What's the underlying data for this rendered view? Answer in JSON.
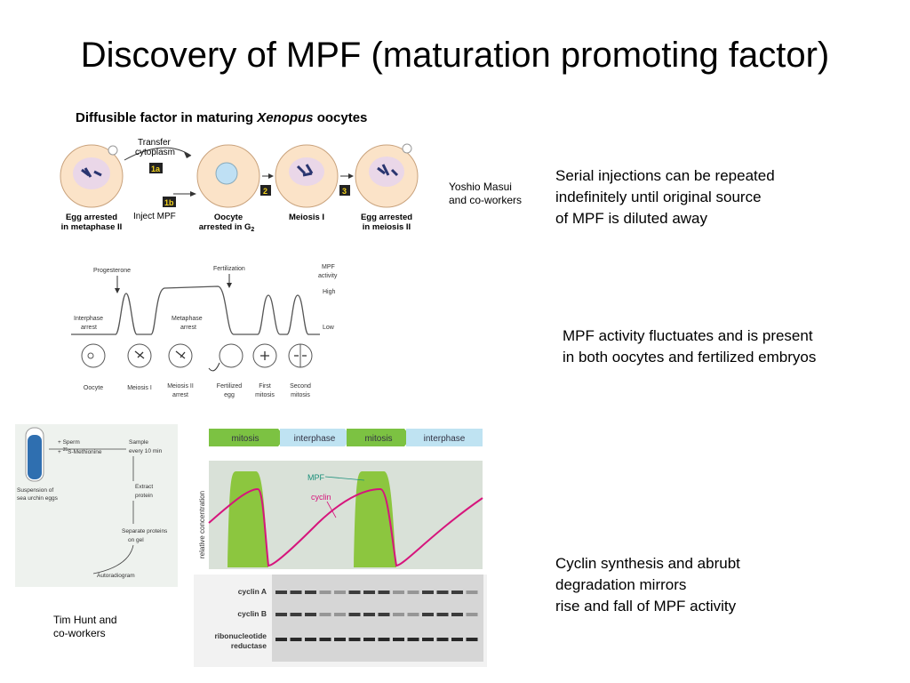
{
  "slide": {
    "title": "Discovery of MPF (maturation promoting factor)",
    "credits": {
      "masui": "Yoshio Masui\nand co-workers",
      "hunt": "Tim Hunt and\nco-workers"
    },
    "notes": {
      "serial": "Serial injections can be repeated\nindefinitely until original source\nof MPF is diluted away",
      "fluctuates": "MPF activity fluctuates and is present\nin both oocytes and fertilized embryos",
      "cyclin": "Cyclin synthesis and abrubt\ndegradation mirrors\nrise and fall of MPF activity"
    }
  },
  "fig1": {
    "heading_pre": "Diffusible factor in maturing ",
    "heading_italic": "Xenopus",
    "heading_post": " oocytes",
    "transfer_1": "Transfer",
    "transfer_2": "cytoplasm",
    "inject": "Inject MPF",
    "step_1a": "1a",
    "step_1b": "1b",
    "step_2": "2",
    "step_3": "3",
    "cells": [
      {
        "l1": "Egg arrested",
        "l2": "in metaphase II"
      },
      {
        "l1": "Oocyte",
        "l2": "arrested in G",
        "sub": "2"
      },
      {
        "l1": "Meiosis I",
        "l2": ""
      },
      {
        "l1": "Egg arrested",
        "l2": "in meiosis II"
      }
    ]
  },
  "fig2": {
    "progesterone": "Progesterone",
    "fertilization": "Fertilization",
    "mpf_activity_1": "MPF",
    "mpf_activity_2": "activity",
    "high": "High",
    "low": "Low",
    "interphase_arrest_1": "Interphase",
    "interphase_arrest_2": "arrest",
    "metaphase_arrest_1": "Metaphase",
    "metaphase_arrest_2": "arrest",
    "stages": [
      {
        "l1": "Oocyte",
        "l2": ""
      },
      {
        "l1": "Meiosis I",
        "l2": ""
      },
      {
        "l1": "Meiosis II",
        "l2": "arrest"
      },
      {
        "l1": "Fertilized",
        "l2": "egg"
      },
      {
        "l1": "First",
        "l2": "mitosis"
      },
      {
        "l1": "Second",
        "l2": "mitosis"
      }
    ]
  },
  "fig3": {
    "sperm": "+ Sperm",
    "methionine_pre": "+ ",
    "methionine_sup": "35",
    "methionine_post": "S-Methionine",
    "sample_1": "Sample",
    "sample_2": "every 10 min",
    "extract_1": "Extract",
    "extract_2": "protein",
    "separate_1": "Separate proteins",
    "separate_2": "on gel",
    "autoradiogram": "Autoradiogram",
    "suspension_1": "Suspension of",
    "suspension_2": "sea urchin eggs"
  },
  "fig4": {
    "phases": [
      "mitosis",
      "interphase",
      "mitosis",
      "interphase"
    ],
    "mpf": "MPF",
    "cyclin": "cyclin",
    "ylabel": "relative concentration",
    "gel_labels": {
      "cyclin_a": "cyclin A",
      "cyclin_b": "cyclin B",
      "rnr_1": "ribonucleotide",
      "rnr_2": "reductase"
    },
    "colors": {
      "mpf_fill": "#8cc63f",
      "cyclin_line": "#d6157c",
      "background": "#d9e1d8",
      "arrow_green": "#7cc242",
      "arrow_blue": "#bfe3f2"
    }
  }
}
